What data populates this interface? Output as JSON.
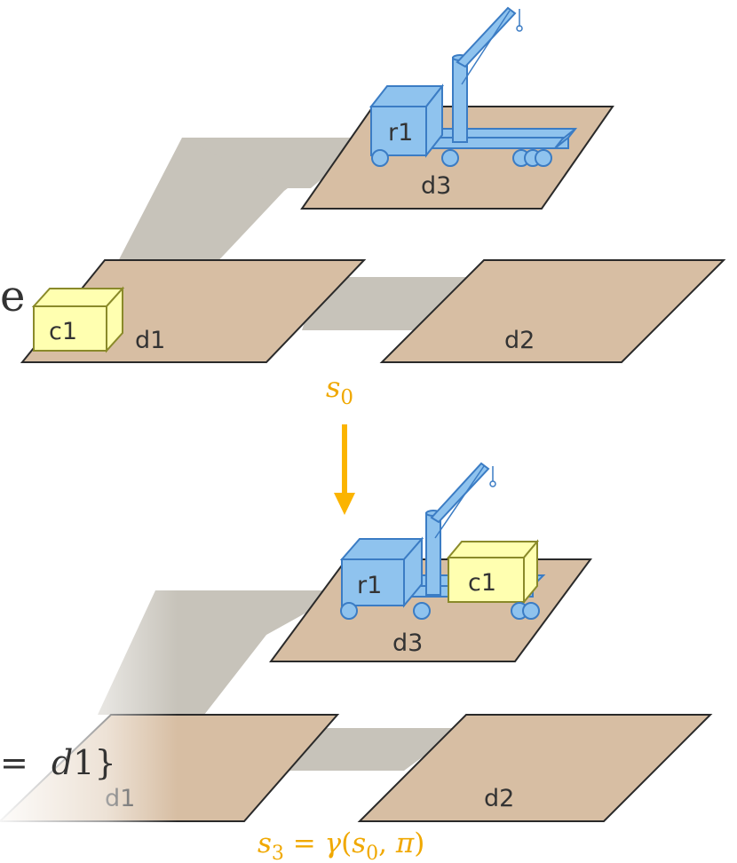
{
  "colors": {
    "floor": "#d7bea3",
    "floor_edge": "#2a2a2a",
    "road": "#c7c3ba",
    "robot": "#8fc3ee",
    "robot_edge": "#3b7cc4",
    "container": "#ffffb0",
    "container_edge": "#8a8a2a",
    "arrow": "#fbb400",
    "state_text": "#f0a800"
  },
  "states": {
    "initial": {
      "label_sym": "s",
      "label_sub": "0",
      "robot": "r1",
      "container": "c1",
      "container_location": "d1",
      "robot_location": "d3",
      "locations": {
        "d1": "d1",
        "d2": "d2",
        "d3": "d3"
      }
    },
    "final": {
      "label_sym": "s",
      "label_sub": "3",
      "label_eq": " = ",
      "label_fn": "γ",
      "label_args_open": "(",
      "label_arg_sym": "s",
      "label_arg_sub": "0",
      "label_comma": ", ",
      "label_pi": "π",
      "label_args_close": ")",
      "robot": "r1",
      "container": "c1",
      "container_location": "r1",
      "robot_location": "d3",
      "locations": {
        "d1": "d1",
        "d2": "d2",
        "d3": "d3"
      }
    }
  },
  "partial_text": {
    "left_top": "e",
    "left_bottom_eq": "=",
    "left_bottom_var": "d",
    "left_bottom_num": "1}"
  }
}
